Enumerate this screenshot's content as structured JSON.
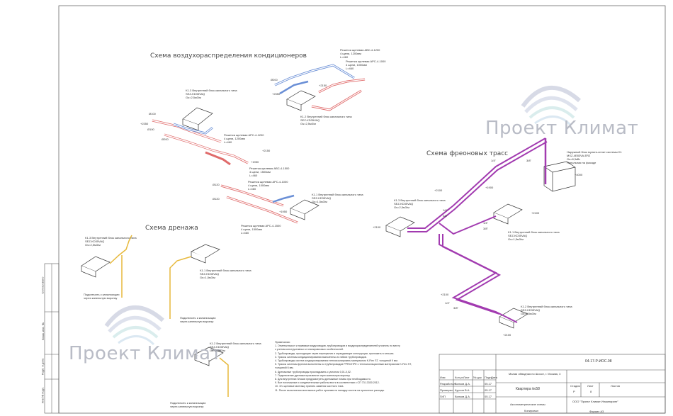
{
  "titles": {
    "ac_distribution": "Схема воздухораспределения кондиционеров",
    "drainage": "Схема дренажа",
    "freon_routes": "Схема фреоновых трасс"
  },
  "watermark": {
    "text": "Проект Климат"
  },
  "units_left": [
    {
      "name": "K1.3 Внутренний блок канального типа",
      "model": "SEZ-KD35VAQ",
      "flow": "Gs=2,5м3/м"
    },
    {
      "name": "K1.2 Внутренний блок канального типа",
      "model": "SEZ-KD35VAQ",
      "flow": "Gs=2,5м3/м"
    },
    {
      "name": "K1.1 Внутренний блок канального типа",
      "model": "SEZ-KD35VAQ",
      "flow": "Gs=1,5м3/м"
    }
  ],
  "grilles": [
    {
      "name": "Решетка щелевая АРС-4-1200",
      "slots": "4 щели, 1200мм",
      "l": "L=460"
    },
    {
      "name": "Решетка щелевая АВС-4-1200",
      "slots": "4 щели, 1200мм",
      "l": "L=460"
    },
    {
      "name": "Решетка щелевая АРС-4-1000",
      "slots": "4 щели, 1000мм",
      "l": "L=460"
    },
    {
      "name": "Решетка щелевая АВС-4-1500",
      "slots": "4 щели, 1500мм",
      "l": "L=460"
    },
    {
      "name": "Решетка щелевая АРС-4-1000",
      "slots": "4 щели, 1000мм",
      "l": "L=460"
    },
    {
      "name": "Решетка щелевая АРС-4-1500",
      "slots": "4 щели, 1500мм",
      "l": "L=460"
    }
  ],
  "duct_labels": [
    "Ø100",
    "Ø100",
    "Ø200",
    "Ø200",
    "+2350",
    "+2150",
    "+1950",
    "+2350",
    "+2150",
    "Ø120",
    "Ø120",
    "+1950"
  ],
  "drain_units": [
    {
      "name": "K1.3 Внутренний блок канального типа",
      "model": "SEZ-KD35VAQ",
      "flow": "Gs=2,5м3/м"
    },
    {
      "name": "K1.1 Внутренний блок канального типа",
      "model": "SEZ-KD35VAQ",
      "flow": "Gs=1,5м3/м"
    },
    {
      "name": "K1.2 Внутренний блок канального типа",
      "model": "SEZ-KD35VAQ",
      "flow": "Gs=2,5м3/м"
    }
  ],
  "drain_connect": [
    "Подключить к канализации",
    "через капельную воронку",
    "Подключить к канализации",
    "через капельную воронку",
    "Подключить к канализации",
    "через капельную воронку"
  ],
  "freon_units": [
    {
      "name": "K1.3 Внутренний блок канального типа",
      "model": "SEZ-KD35VAQ",
      "flow": "Gs=2,5м3/м"
    },
    {
      "name": "K1.1 Внутренний блок канального типа",
      "model": "SEZ-KD35VAQ",
      "flow": "Gs=1,5м3/м"
    },
    {
      "name": "K1.2 Внутренний блок канального типа",
      "model": "SEZ-KD35VAQ",
      "flow": "Gs=2,5м3/м"
    }
  ],
  "outdoor_unit": {
    "name": "Наружный блок мульти-сплит системы K1",
    "model": "MXZ-4E83VA-ER2",
    "flow": "Gs=8,3кВт",
    "note": "Напольная на фасаде"
  },
  "pipe_labels": [
    "1/4\"",
    "3/8\"",
    "1/4\"",
    "3/8\"",
    "1/4\"",
    "3/8\"",
    "1/4\"",
    "3/8\"",
    "+2100",
    "+1900",
    "+2100",
    "+2100",
    "+4000",
    "+2100",
    "+2100"
  ],
  "notes": [
    "Примечания:",
    "1. Отметки высот и привязки воздуховодов, трубопроводов и воздухораспределителей уточнить по месту",
    "с учетом конструктивных и планировочных особенностей.",
    "2. Трубопроводы, проходящие через перекрытия и ограждающие конструкции, проложить в гильзах.",
    "3. Трассы системы кондиционирования выполнены из гибких трубопроводов.",
    "4. Трубопроводы систем кондиционирования теплоизолировать материалом K-Flex ST, толщиной 9 мм.",
    "5. Трассы системы фреона выполнены из трубопроводов PPRC/HPE с теплоизоляционным материалом K-Flex ST,",
    "толщиной 6 мм.",
    "6. Дренажные трубопроводы прокладывать с уклоном 0,01-0,02.",
    "7. Подключение дренажа произвести через капельную воронку.",
    "8. Для внутренних блоков предусмотреть дренажные помпы при необходимости.",
    "9. Все погонажные и соединительные работы вести в соответствии с СП 73.13330.2012.",
    "10. Эл. щитовые монтажу принять заменяя частного типа.",
    "11. После выполнения монтажных работ произвести наладку систем на проектные расходы."
  ],
  "stamp": {
    "code": "04-17-Р-ИОС.08",
    "address": "Малая обводная по Шоссе, г. Москва, 3",
    "object": "Квартира №58",
    "sheet_title": "Аксонометрические схемы",
    "company": "ООО \"Проект Климат Инжиниринг\"",
    "stage_h": "Стадия",
    "sheet_h": "Лист",
    "sheets_h": "Листов",
    "stage": "Р",
    "sheet": "8",
    "sheets": "",
    "roles": [
      {
        "role": "Разработал",
        "name": "Волков Д.А.",
        "date": "05.17"
      },
      {
        "role": "Проверил",
        "name": "Курсов В.А.",
        "date": "05.17"
      },
      {
        "role": "ГИП",
        "name": "Волков Д.А.",
        "date": "05.17"
      }
    ],
    "headers": [
      "Изм",
      "Кол.уч",
      "Лист",
      "№ док",
      "Подп.",
      "Дата"
    ],
    "copied": "Копировал",
    "format": "Формат А3"
  },
  "side_stamp": [
    "Инв.№ подл.",
    "Подп. и дата",
    "Взам. инв. №",
    "Согласовано"
  ],
  "colors": {
    "supply_duct": "#e06b6b",
    "return_duct": "#6a8fd6",
    "drain": "#e7b93c",
    "freon": "#a23bb0",
    "frame": "#555555",
    "watermark": "#b9bcc6"
  }
}
